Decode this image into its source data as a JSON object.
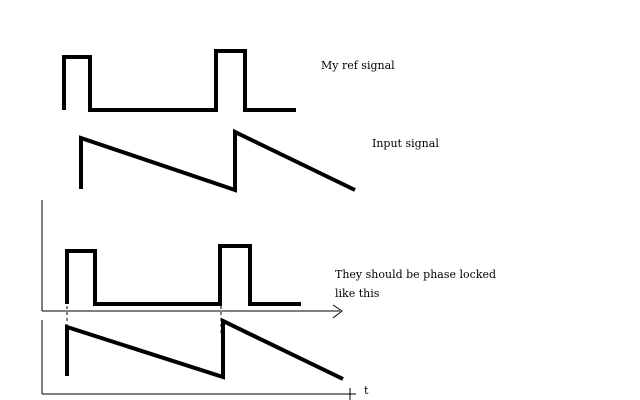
{
  "labels": {
    "ref_signal": "My ref signal",
    "input_signal": "Input signal",
    "phase_locked_line1": "They should be phase locked",
    "phase_locked_line2": "like this",
    "time_axis": "t"
  }
}
